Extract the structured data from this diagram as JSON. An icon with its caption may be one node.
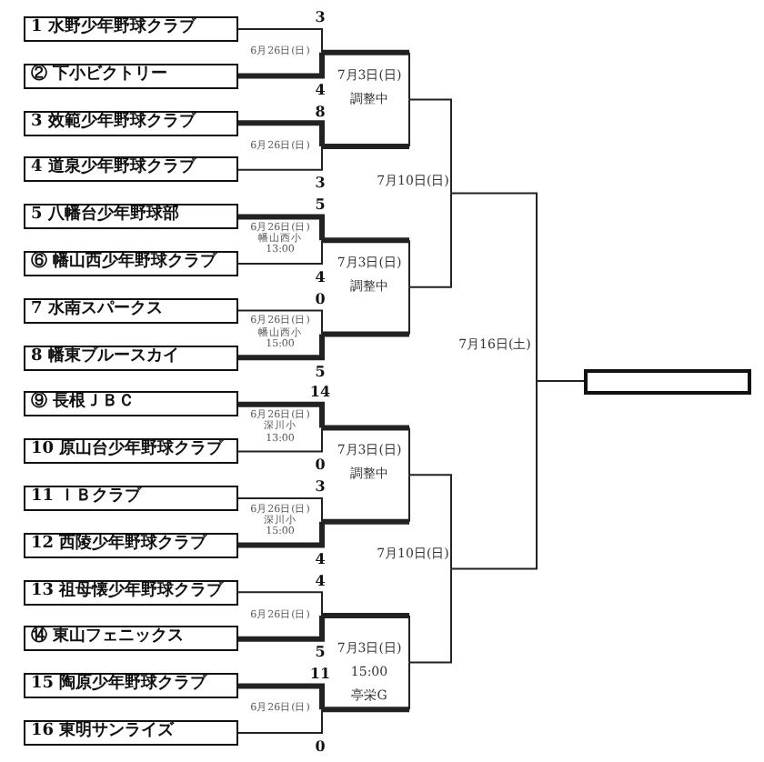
{
  "diagram": {
    "nodes": [
      {
        "text": [
          "1 水野少年野球クラブ"
        ]
      },
      {
        "text": [
          "② 下小ビクトリー"
        ]
      },
      {
        "text": [
          "3 效範少年野球クラブ"
        ]
      },
      {
        "text": [
          "4 道泉少年野球クラブ"
        ]
      },
      {
        "text": [
          "5 八幡台少年野球部"
        ]
      },
      {
        "text": [
          "⑥ 幡山西少年野球クラブ"
        ]
      },
      {
        "text": [
          "7 水南スパークス"
        ]
      },
      {
        "text": [
          "8 幡東ブルースカイ"
        ]
      },
      {
        "text": [
          "⑨ 長根ＪＢＣ"
        ]
      },
      {
        "text": [
          "10 原山台少年野球クラブ"
        ]
      },
      {
        "text": [
          "11 ＩＢクラブ"
        ]
      },
      {
        "text": [
          "12 西陵少年野球クラブ"
        ]
      },
      {
        "text": [
          "13 祖母懐少年野球クラブ"
        ]
      },
      {
        "text": [
          "⑭ 東山フェニックス"
        ]
      },
      {
        "text": [
          "15 陶原少年野球クラブ"
        ]
      },
      {
        "text": [
          "16 東明サンライズ"
        ]
      },
      {
        "text": [],
        "shape": "box"
      }
    ],
    "edges": [
      {
        "from": 0,
        "to": 16,
        "arrow": "none"
      },
      {
        "from": 1,
        "to": 16,
        "arrow": "none"
      },
      {
        "from": 2,
        "to": 16,
        "arrow": "none"
      },
      {
        "from": 3,
        "to": 16,
        "arrow": "none"
      },
      {
        "from": 4,
        "to": 16,
        "arrow": "none"
      },
      {
        "from": 5,
        "to": 16,
        "arrow": "none"
      },
      {
        "from": 6,
        "to": 16,
        "arrow": "none"
      },
      {
        "from": 7,
        "to": 16,
        "arrow": "none"
      },
      {
        "from": 8,
        "to": 16,
        "arrow": "none"
      },
      {
        "from": 9,
        "to": 16,
        "arrow": "none"
      },
      {
        "from": 10,
        "to": 16,
        "arrow": "none"
      },
      {
        "from": 11,
        "to": 16,
        "arrow": "none"
      },
      {
        "from": 12,
        "to": 16,
        "arrow": "none"
      },
      {
        "from": 13,
        "to": 16,
        "arrow": "none"
      },
      {
        "from": 14,
        "to": 16,
        "arrow": "none"
      },
      {
        "from": 15,
        "to": 16,
        "arrow": "none"
      }
    ],
    "labels": [
      "3",
      "6月26日(日)",
      "7月3日(日)",
      "4",
      "調整中",
      "8",
      "6月26日(日)",
      "3",
      "7月10日(日)",
      "5",
      "6月26日(日)",
      "幡山西小",
      "13:00",
      "7月3日(日)",
      "4",
      "調整中",
      "0",
      "6月26日(日)",
      "幡山西小",
      "15:00",
      "7月16日(土)",
      "5",
      "14",
      "6月26日(日)",
      "深川小",
      "13:00",
      "7月3日(日)",
      "0",
      "調整中",
      "3",
      "6月26日(日)",
      "深川小",
      "15:00",
      "7月10日(日)",
      "4",
      "4",
      "6月26日(日)",
      "5",
      "7月3日(日)",
      "11",
      "15:00",
      "亭栄G",
      "6月26日(日)",
      "0"
    ]
  }
}
